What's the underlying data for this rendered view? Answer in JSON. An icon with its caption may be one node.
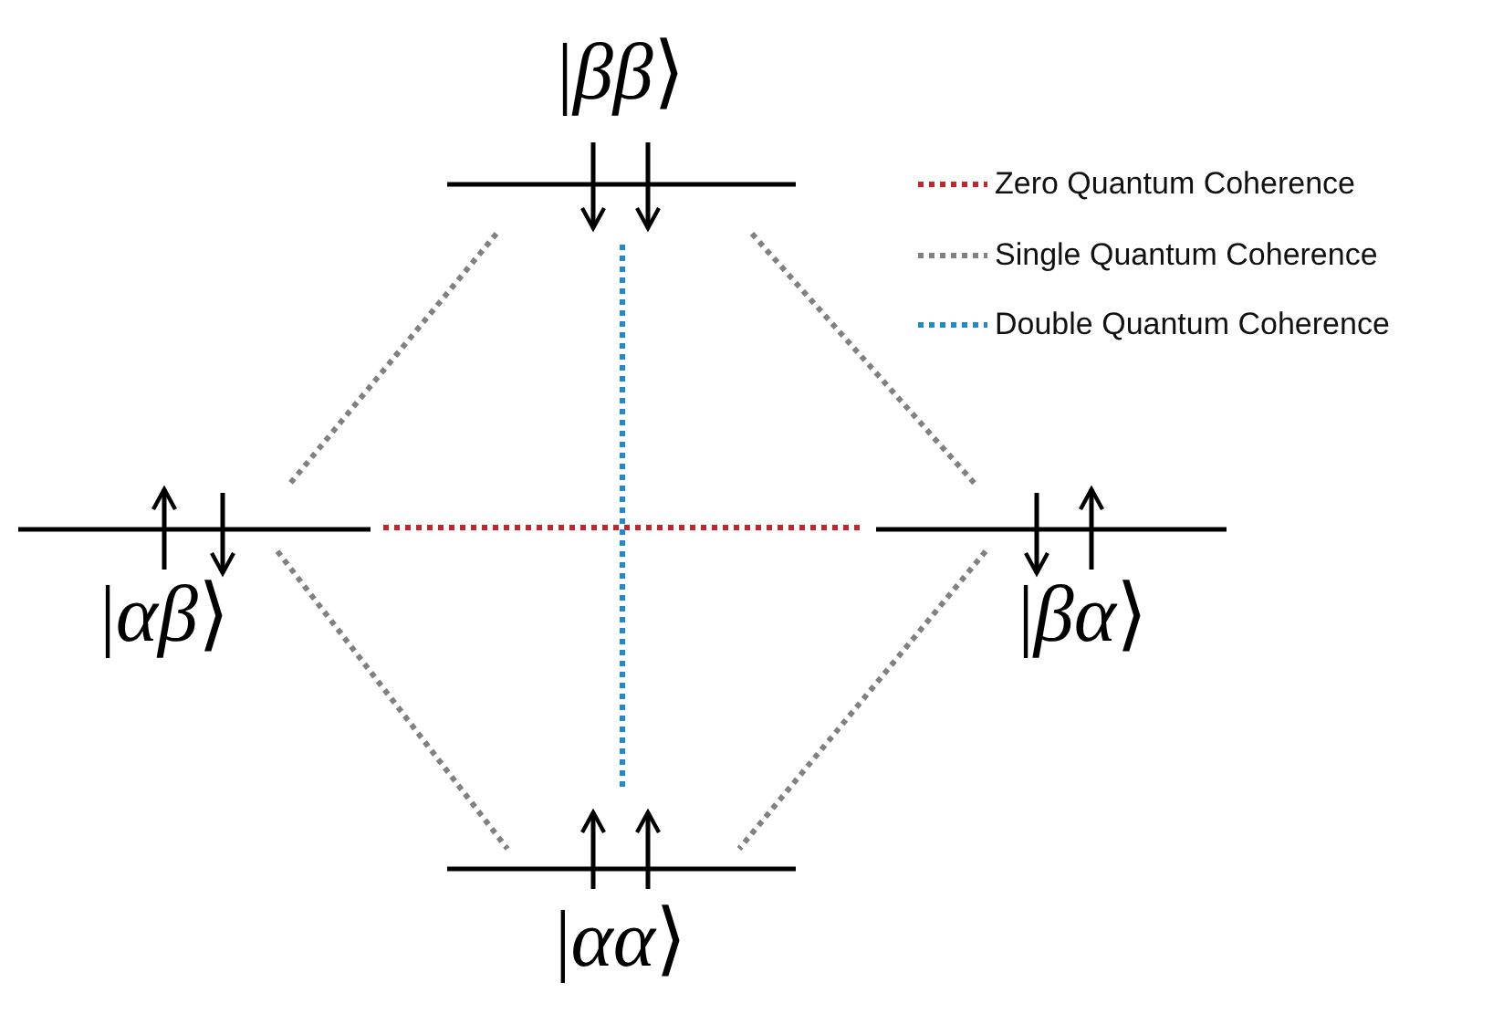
{
  "diagram": {
    "nodes": [
      {
        "text": [
          "|*ββ*⟩"
        ]
      },
      {
        "text": [
          "|*αβ*⟩"
        ]
      },
      {
        "text": [
          "|*βα*⟩"
        ]
      },
      {
        "text": [
          "|*αα*⟩"
        ]
      }
    ],
    "edges": [
      {
        "from": 0,
        "to": 1,
        "arrow": "none",
        "style": "dashed"
      },
      {
        "from": 0,
        "to": 2,
        "arrow": "none",
        "style": "dashed"
      },
      {
        "from": 1,
        "to": 2,
        "arrow": "none",
        "style": "dashed",
        "color": "#c0272d"
      },
      {
        "from": 0,
        "to": 3,
        "arrow": "none",
        "style": "dashed",
        "color": "#1f8ad0"
      },
      {
        "from": 1,
        "to": 3,
        "arrow": "none",
        "style": "dashed"
      },
      {
        "from": 2,
        "to": 3,
        "arrow": "none",
        "style": "dashed"
      }
    ],
    "legend": [
      {
        "text": "Zero Quantum Coherence",
        "color": "#c0272d"
      },
      {
        "text": "Single Quantum Coherence",
        "color": "#808080"
      },
      {
        "text": "Double Quantum Coherence",
        "color": "#1f8ad0"
      }
    ]
  }
}
